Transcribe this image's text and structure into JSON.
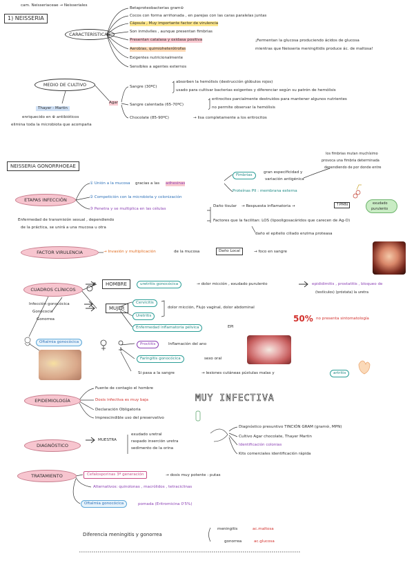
{
  "s1": {
    "top_note": "cam. Neisseriaceae → Neisseriales",
    "title": "1) NEISSERIA",
    "characteristics_label": "CARACTERÍSTICAS",
    "char_items": [
      "Betaproteobacterias  gram⊖",
      "Cocos con forma arriñonada , en parejas con las caras paralelas juntas",
      "Cápsula , Muy importante factor de virulencia",
      "Son inmóviles , aunque presentan fimbrias",
      "Presentan catalasa y oxidasa positiva",
      "Aerobias, quimioheterótrofas",
      "Exigentes nutricionalmente",
      "Sensibles a agentes externos"
    ],
    "side_note_1": "¡Fermentan la glucosa produciendo ácidos de glucosa",
    "side_note_2": "mientras que Neisseria meningitidis produce ác. de maltosa!",
    "medio_label": "MEDIO DE CULTIVO",
    "agar_label": "Agar",
    "sangre_label": "Sangre (30ºC)",
    "sangre_note_1": "absorben la hemólisis (destrucción glóbulos rojos)",
    "sangre_note_2": "usado para cultivar bacterias exigentes y diferenciar según su patrón de hemólisis",
    "calentada_label": "Sangre calentada (65-70ºC)",
    "calentada_note_1": "eritrocitos parcialmente destruidos para mantener algunos nutrientes",
    "calentada_note_2": "no permite observar la hemólisis",
    "chocolate_label": "Chocolate (85-90ºC)",
    "chocolate_note": "→ lisa completamente a los eritrocitos",
    "thayer": "Thayer - Martin",
    "thayer_note_1": "enriquecido en ⊕ antibióticos",
    "thayer_note_2": "elimina toda la microbiota que acompaña"
  },
  "s2": {
    "title": "NEISSERIA GONORRHOEAE",
    "top_right_1": "los fimbrias mutan muchísimo",
    "top_right_2": "provoca una fimbria determinada",
    "top_right_3": "dependiendo de por donde entre",
    "etapas_label": "ETAPAS INFECCIÓN",
    "step1_a": "① Unión a la mucosa",
    "step1_b": "gracias a las",
    "step1_c": "adhesinas",
    "fimbrias": "Fimbrias",
    "fimbrias_note_1": "gran especificidad y",
    "fimbrias_note_2": "variación antigénica",
    "proteinas": "Proteínas PII : membrana externa",
    "step2": "② Competición con la microbiota y colonización",
    "step3": "③ Penetra y se multiplica en las células",
    "dano": "Daño tisular",
    "respuesta": "→ Respuesta inflamatoria →",
    "phn": "↑PMN",
    "exudado_1": "exudado",
    "exudado_2": "purulento",
    "factores": "Factores que la facilitan: LOS (lipooligosacáridos que carecen de Ag-O)",
    "dano_epitelio": "daño el epitelio ciliado enzima proteasa",
    "transmision_1": "Enfermedad de transmisión sexual , dependiendo",
    "transmision_2": "de la práctica, se unirá a una mucosa u otra",
    "factor_label": "FACTOR VIRULENCIA",
    "invasion": "→ Invasión y multiplicación",
    "de_mucosa": "de la mucosa",
    "dano_local": "Daño Local",
    "foco": "→ foco en sangre",
    "cuadros_label": "CUADROS CLÍNICOS",
    "hombre": "HOMBRE",
    "uretritis_g": "uretritis gonocócica",
    "dolor_m": "→ dolor micción , exudado purulento",
    "epidid": "epididimitis , prostatitis , bloqueo de",
    "epidid_2": "(testículos)  (próstata)   la uretra",
    "mujer": "MUJER",
    "cervicitis": "Cervicitis",
    "uretritis": "Uretritis",
    "dolor_f": "dolor micción, Flujo vaginal, dolor abdominal",
    "epi": "Enfermedad inflamatoria pélvica",
    "epi_suffix": "EPI",
    "cincuenta": "50%",
    "asint": "no presenta sintomatología",
    "infeccion_g_1": "Infección gonocócica",
    "infeccion_g_2": "Gonococia",
    "infeccion_g_3": "Gonorrea",
    "oftalmia": "Oftalmia gonocócica",
    "proctitis": "Proctitis",
    "proctitis_note": "Inflamación del ano",
    "faringitis": "Faringitis gonocócica",
    "faringitis_note": "sexo oral",
    "sangre_1": "Si pasa a la sangre",
    "sangre_2": "→ lesiones cutáneas pústulas malas y",
    "artritis": "artritis",
    "epidemio_label": "EPIDEMIOLOGÍA",
    "epi_items": [
      "Fuente de contagio el hombre",
      "Dosis infectiva es muy baja",
      "Declaración Obligatoria",
      "Imprescindible uso del preservativo"
    ],
    "muy_infectiva": "MUY INFECTIVA",
    "diagnostico_label": "DIAGNÓSTICO",
    "muestra": "MUESTRA",
    "muestras": [
      "exudado uretral",
      "raspado inserción uretra",
      "sedimento de la orina"
    ],
    "diag_items": [
      "Diagnóstico presuntivo TINCIÓN GRAM (gram⊖, MPN)",
      "Cultivo Agar chocolate, Thayer Martin",
      "Identificación colonias",
      "Kits comerciales identificación rápida"
    ],
    "tratamiento_label": "TRATAMIENTO",
    "cefalosporinas": "Cefalosporinas 3ª generación",
    "dosis": "→ dosis muy potente : putas",
    "alternativos": "Alternativos: quinolonas , macrólidos , tetraciclinas",
    "oftalmia_2": "Oftalmia gonocócica",
    "pomada": "pomada (Eritromicina 0'5%)",
    "diferencia": "Diferencia meningitis y gonorrea",
    "meningitis": "meningitis",
    "ac_maltosa": "ac.maltosa",
    "gonorrea": "gonorrea",
    "ac_glucosa": "ac.glucosa"
  }
}
